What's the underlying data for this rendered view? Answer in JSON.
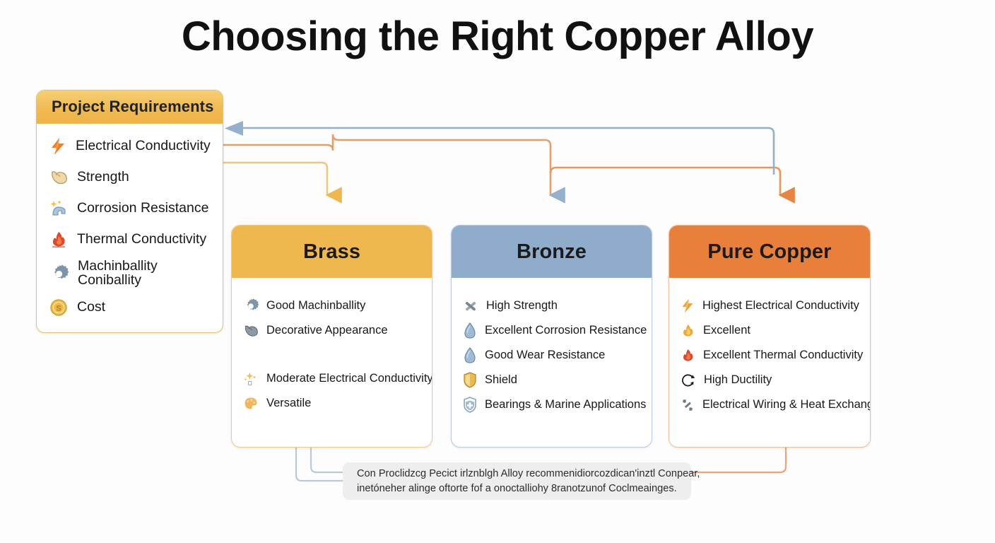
{
  "page": {
    "title": "Choosing the Right Copper Alloy",
    "background_color": "#fdfdfd"
  },
  "requirements_panel": {
    "header": "Project Requirements",
    "header_color": "#efb84f",
    "border_color": "#e6c36a",
    "items": [
      {
        "icon": "lightning-bolt-icon",
        "label": "Electrical Conductivity",
        "label2": ""
      },
      {
        "icon": "flexed-bicep-icon",
        "label": "Strength",
        "label2": ""
      },
      {
        "icon": "sparkle-pipe-icon",
        "label": "Corrosion Resistance",
        "label2": ""
      },
      {
        "icon": "flame-icon",
        "label": "Thermal Conductivity",
        "label2": ""
      },
      {
        "icon": "gear-icon",
        "label": "Machinballity",
        "label2": "Coniballity"
      },
      {
        "icon": "coin-icon",
        "label": "Cost",
        "label2": ""
      }
    ]
  },
  "alloys": [
    {
      "name": "Brass",
      "header_color": "#efb84f",
      "border_color": "#eccd86",
      "features": [
        {
          "icon": "gear-icon",
          "label": "Good Machinballity"
        },
        {
          "icon": "flexed-bicep-icon",
          "label": "Decorative Appearance"
        },
        {
          "icon": "spacer",
          "label": ""
        },
        {
          "icon": "sparkle-icon",
          "label": "Moderate Electrical Conductivity"
        },
        {
          "icon": "palette-icon",
          "label": "Versatile"
        }
      ]
    },
    {
      "name": "Bronze",
      "header_color": "#8fadca",
      "border_color": "#b9cbdd",
      "features": [
        {
          "icon": "crossed-tools-icon",
          "label": "High Strength"
        },
        {
          "icon": "droplet-icon",
          "label": "Excellent Corrosion Resistance"
        },
        {
          "icon": "droplet-icon",
          "label": "Good Wear Resistance"
        },
        {
          "icon": "shield-icon",
          "label": "Shield"
        },
        {
          "icon": "shield-plus-icon",
          "label": "Bearings & Marine Applications"
        }
      ]
    },
    {
      "name": "Pure Copper",
      "header_color": "#e8803c",
      "border_color": "#efc09b",
      "features": [
        {
          "icon": "lightning-bolt-icon",
          "label": "Highest Electrical Conductivity"
        },
        {
          "icon": "flame-yellow-icon",
          "label": "Excellent"
        },
        {
          "icon": "flame-icon",
          "label": "Excellent Thermal Conductivity"
        },
        {
          "icon": "refresh-arrow-icon",
          "label": "High Ductility"
        },
        {
          "icon": "wrench-bolt-icon",
          "label": "Electrical Wiring & Heat Exchangers"
        }
      ]
    }
  ],
  "note": {
    "line1": "Con Proclidzcg Pecict irlznblgh Alloy recommenidiorcozdican'inztl Conpear,",
    "line2": "inetóneher alinge oftorte fof a onoctalliohy 8ranotzunof Coclmeainges."
  },
  "connectors": {
    "brass_color": "#eec878",
    "bronze_color": "#92b0cb",
    "copper_color": "#e8955c",
    "return_color": "#8fadca"
  }
}
